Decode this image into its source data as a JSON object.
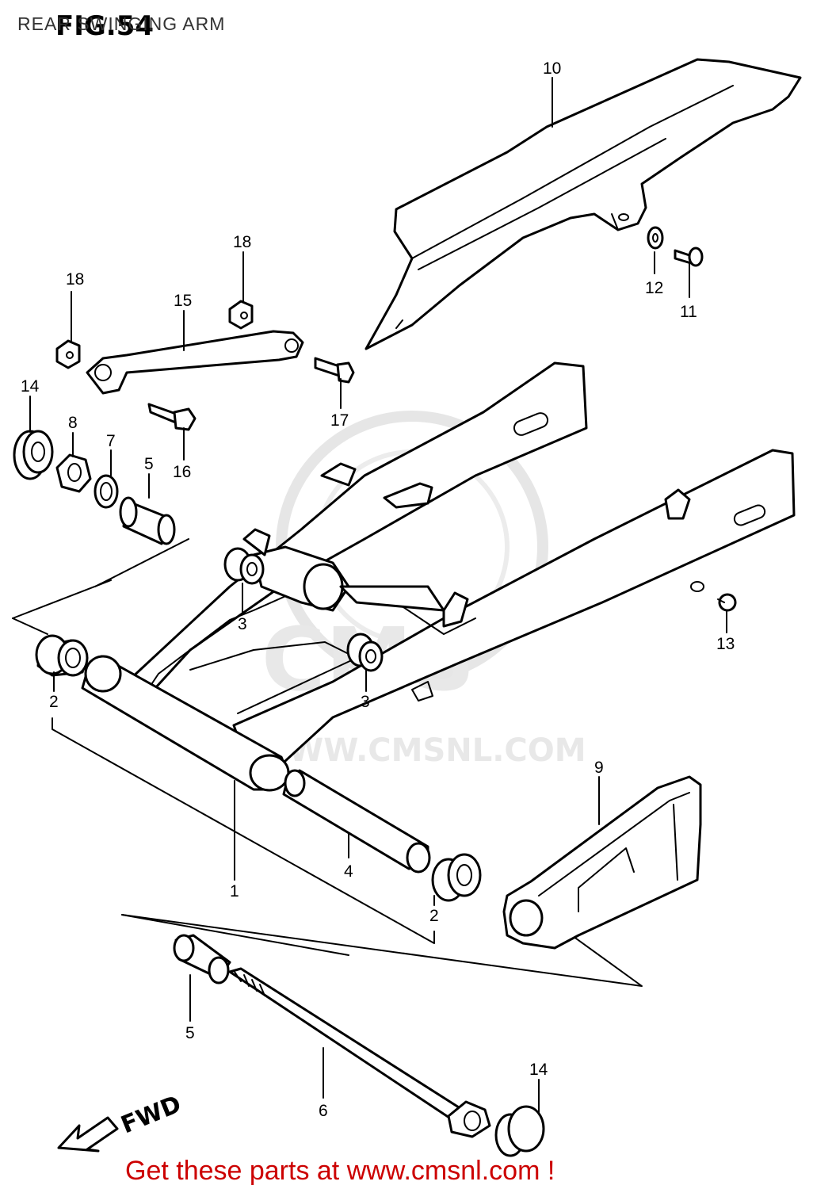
{
  "header": {
    "figure_label": "FIG.54",
    "title": "REAR SWINGING ARM"
  },
  "watermark": {
    "logo_text": "CMS",
    "url_text": "WWW.CMSNL.COM"
  },
  "direction": {
    "label": "FWD"
  },
  "footer": {
    "text": "Get these parts at www.cmsnl.com !"
  },
  "callouts": [
    {
      "id": "c10",
      "text": "10"
    },
    {
      "id": "c18a",
      "text": "18"
    },
    {
      "id": "c18b",
      "text": "18"
    },
    {
      "id": "c15",
      "text": "15"
    },
    {
      "id": "c12",
      "text": "12"
    },
    {
      "id": "c11",
      "text": "11"
    },
    {
      "id": "c14a",
      "text": "14"
    },
    {
      "id": "c8",
      "text": "8"
    },
    {
      "id": "c7",
      "text": "7"
    },
    {
      "id": "c5a",
      "text": "5"
    },
    {
      "id": "c16",
      "text": "16"
    },
    {
      "id": "c17",
      "text": "17"
    },
    {
      "id": "c3a",
      "text": "3"
    },
    {
      "id": "c3b",
      "text": "3"
    },
    {
      "id": "c13",
      "text": "13"
    },
    {
      "id": "c2a",
      "text": "2"
    },
    {
      "id": "c9",
      "text": "9"
    },
    {
      "id": "c1",
      "text": "1"
    },
    {
      "id": "c4",
      "text": "4"
    },
    {
      "id": "c2b",
      "text": "2"
    },
    {
      "id": "c5b",
      "text": "5"
    },
    {
      "id": "c6",
      "text": "6"
    },
    {
      "id": "c14b",
      "text": "14"
    }
  ]
}
